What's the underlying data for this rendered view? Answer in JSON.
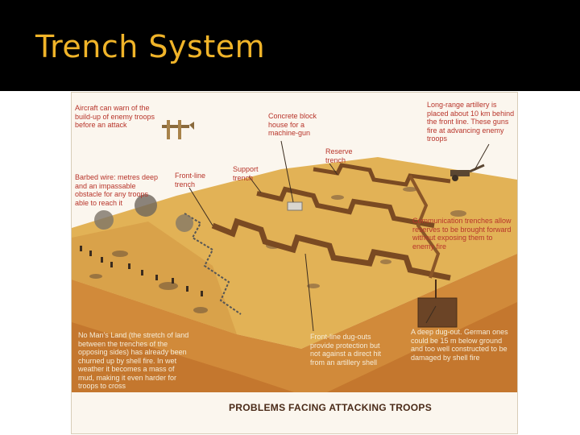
{
  "slide": {
    "title": "Trench System"
  },
  "diagram": {
    "captions": {
      "aircraft": "Aircraft can warn of the build-up of enemy troops before an attack",
      "barbed_wire": "Barbed wire: metres deep and an impassable obstacle for any troops able to reach it",
      "front_line": "Front-line trench",
      "support": "Support trench",
      "concrete": "Concrete block house for a machine-gun",
      "reserve": "Reserve trench",
      "artillery": "Long-range artillery is placed about 10 km behind the front line. These guns fire at advancing enemy troops",
      "communication": "Communication trenches allow reserves to be brought forward without exposing them to enemy fire",
      "no_mans_land": "No Man's Land (the stretch of land between the trenches of the opposing sides) has already been churned up by shell fire. In wet weather it becomes a mass of mud, making it even harder for troops to cross",
      "dugouts": "Front-line dug-outs provide protection but not against a direct hit from an artillery shell",
      "deep_dugout": "A deep dug-out. German ones could be 15 m below ground and too well constructed to be damaged by shell fire"
    },
    "footer": "PROBLEMS FACING ATTACKING TROOPS"
  },
  "colors": {
    "title": "#f0b429",
    "caption": "#b8352b",
    "ground": "#e2b256",
    "soil": "#c4772e"
  }
}
